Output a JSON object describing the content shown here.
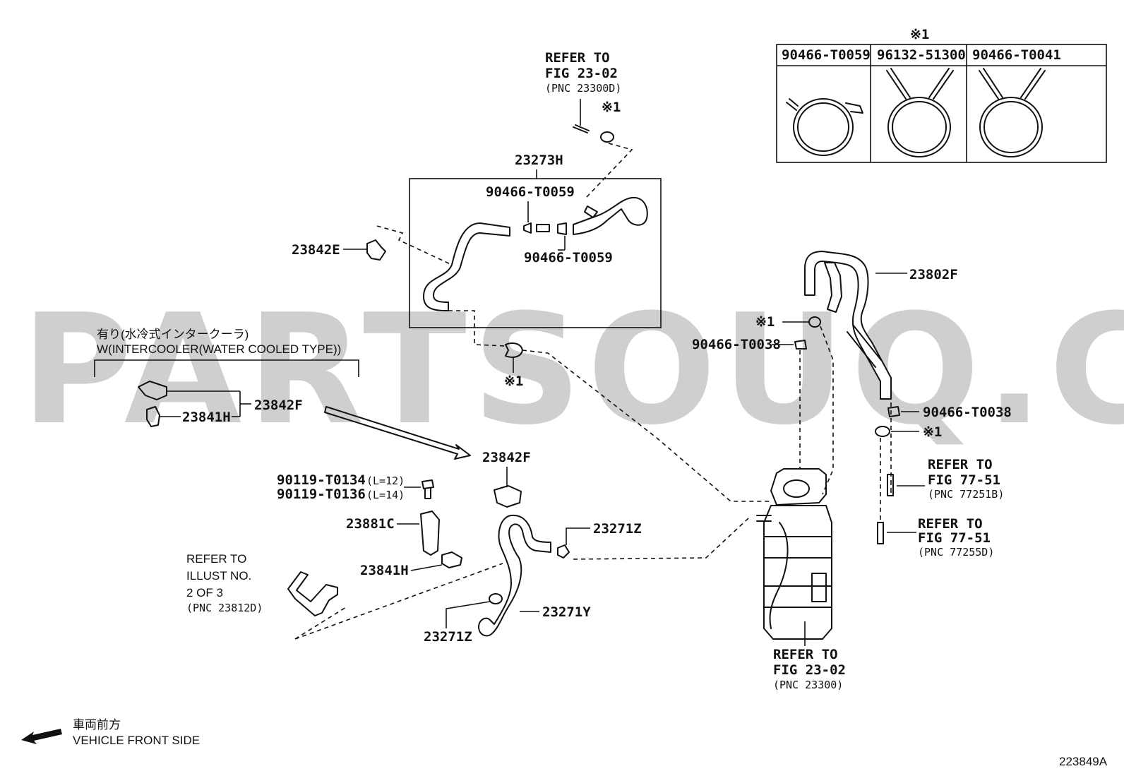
{
  "watermark": "PARTSOUQ.COM",
  "table": {
    "marker": "※1",
    "columns": [
      "90466-T0059",
      "96132-51300",
      "90466-T0041"
    ]
  },
  "refer_top": {
    "line1": "REFER TO",
    "line2": "FIG 23-02",
    "line3": "(PNC 23300D)"
  },
  "marker_top": "※1",
  "labels": {
    "p23273H": "23273H",
    "p90466_T0059_upper": "90466-T0059",
    "p90466_T0059_lower": "90466-T0059",
    "p23842E": "23842E",
    "p23802F": "23802F",
    "marker_mid_right": "※1",
    "p90466_T0038_left": "90466-T0038",
    "p90466_T0038_right": "90466-T0038",
    "marker_right": "※1",
    "marker_center": "※1",
    "p23842F_left": "23842F",
    "p23841H_left": "23841H",
    "p23842F_center": "23842F",
    "p90119_T0134": "90119-T0134",
    "p90119_T0134_len": "(L=12)",
    "p90119_T0136": "90119-T0136",
    "p90119_T0136_len": "(L=14)",
    "p23881C": "23881C",
    "p23841H_lower": "23841H",
    "p23271Z_upper": "23271Z",
    "p23271Z_lower": "23271Z",
    "p23271Y": "23271Y",
    "part_number": "223849A"
  },
  "intercooler_note": {
    "jp": "有り(水冷式インタークーラ)",
    "en": "W(INTERCOOLER(WATER COOLED TYPE))"
  },
  "refer_right_1": {
    "line1": "REFER TO",
    "line2": "FIG 77-51",
    "line3": "(PNC 77251B)"
  },
  "refer_right_2": {
    "line1": "REFER TO",
    "line2": "FIG 77-51",
    "line3": "(PNC 77255D)"
  },
  "refer_bottom": {
    "line1": "REFER TO",
    "line2": "FIG 23-02",
    "line3": "(PNC 23300)"
  },
  "refer_left": {
    "line1": "REFER TO",
    "line2": "ILLUST NO.",
    "line3": "2 OF 3",
    "line4": "(PNC 23812D)"
  },
  "front_side": {
    "jp": "車両前方",
    "en": "VEHICLE FRONT SIDE"
  }
}
